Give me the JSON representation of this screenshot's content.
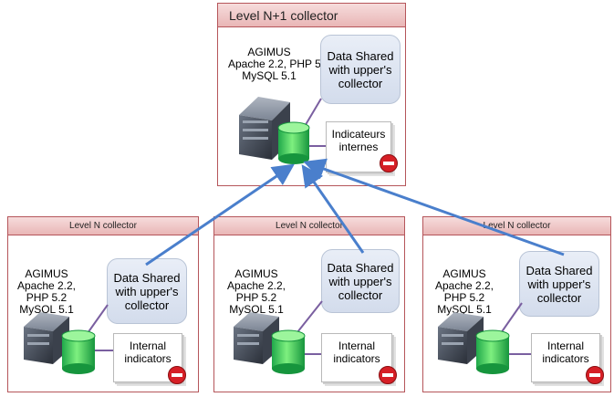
{
  "top": {
    "header": "Level N+1 collector",
    "stack": [
      "AGIMUS",
      "Apache 2.2, PHP 5.2",
      "MySQL 5.1"
    ],
    "data_shared": [
      "Data Shared",
      "with upper's",
      "collector"
    ],
    "indicators": [
      "Indicateurs",
      "internes"
    ]
  },
  "lower": [
    {
      "header": "Level N collector",
      "stack": [
        "AGIMUS",
        "Apache 2.2,",
        "PHP 5.2",
        "MySQL 5.1"
      ],
      "data_shared": [
        "Data Shared",
        "with upper's",
        "collector"
      ],
      "indicators": [
        "Internal",
        "indicators"
      ]
    },
    {
      "header": "Level N collector",
      "stack": [
        "AGIMUS",
        "Apache 2.2,",
        "PHP 5.2",
        "MySQL 5.1"
      ],
      "data_shared": [
        "Data Shared",
        "with upper's",
        "collector"
      ],
      "indicators": [
        "Internal",
        "indicators"
      ]
    },
    {
      "header": "Level N collector",
      "stack": [
        "AGIMUS",
        "Apache 2.2,",
        "PHP 5.2",
        "MySQL 5.1"
      ],
      "data_shared": [
        "Data Shared",
        "with upper's",
        "collector"
      ],
      "indicators": [
        "Internal",
        "indicators"
      ]
    }
  ],
  "colors": {
    "panel_border": "#b5555a",
    "header_fill": "#efc9c9",
    "arrow": "#4a7fcc",
    "connector": "#7a5fa0",
    "database": "#22c55e",
    "forbidden": "#d61f26"
  },
  "icons": [
    "server-icon",
    "database-icon",
    "no-entry-icon",
    "document-icon"
  ]
}
